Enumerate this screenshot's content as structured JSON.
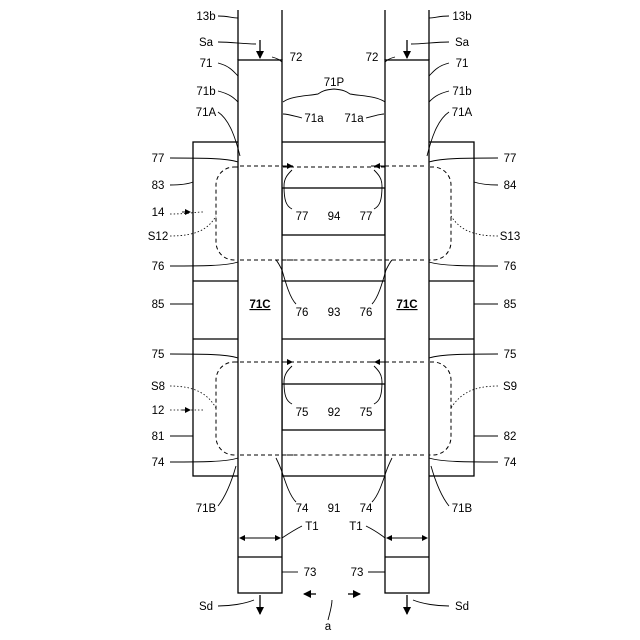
{
  "figure": {
    "labels": {
      "l13b": "13b",
      "r13b": "13b",
      "lSa": "Sa",
      "rSa": "Sa",
      "l71": "71",
      "r71": "71",
      "l72": "72",
      "r72": "72",
      "l71b": "71b",
      "r71b": "71b",
      "l71P": "71P",
      "l71a": "71a",
      "r71a": "71a",
      "l71A": "71A",
      "r71A": "71A",
      "l77": "77",
      "r77": "77",
      "l83": "83",
      "r84": "84",
      "c77a": "77",
      "c94": "94",
      "c77b": "77",
      "l14": "14",
      "lS12": "S12",
      "rS13": "S13",
      "l76": "76",
      "r76": "76",
      "c76a": "76",
      "c93": "93",
      "c76b": "76",
      "l85": "85",
      "r85": "85",
      "l71C": "71C",
      "r71C": "71C",
      "l75": "75",
      "r75": "75",
      "lS8": "S8",
      "rS9": "S9",
      "c75a": "75",
      "c92": "92",
      "c75b": "75",
      "l12": "12",
      "l81": "81",
      "r82": "82",
      "l74": "74",
      "r74": "74",
      "c74a": "74",
      "c91": "91",
      "c74b": "74",
      "l71B": "71B",
      "r71B": "71B",
      "lT1": "T1",
      "rT1": "T1",
      "l73": "73",
      "r73": "73",
      "lSd": "Sd",
      "rSd": "Sd",
      "la": "a"
    }
  }
}
